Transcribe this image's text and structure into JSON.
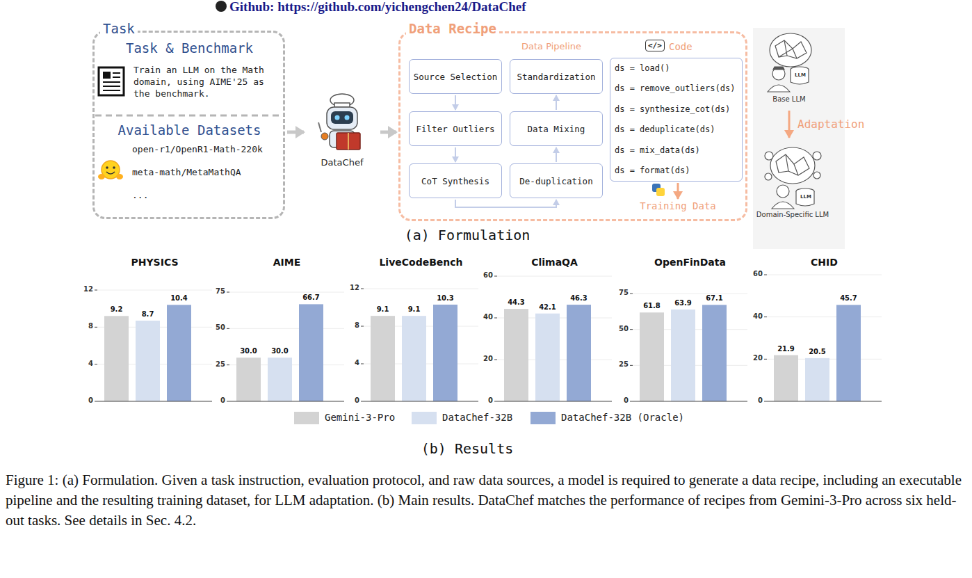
{
  "diagram": {
    "caption": "Figure 1: (a) Formulation. Given a task instruction, evaluation protocol, and raw data sources, a model is required to generate a data recipe, including an executable pipeline and the resulting training dataset, for LLM adaptation. (b) Main results. DataChef matches the performance of recipes from Gemini-3-Pro across six held-out tasks. See details in Sec. 4.2.",
    "nodes": [
      {
        "text": [
          "Task"
        ]
      },
      {
        "text": [
          "Task & Benchmark",
          "Train an LLM on the Math domain, using AIME'25 as the benchmark."
        ],
        "in": 0
      },
      {
        "text": [
          "Available Datasets",
          "open-r1/OpenR1-Math-220k",
          "meta-math/MetaMathQA",
          "..."
        ],
        "in": 0
      },
      {
        "text": [
          "DataChef"
        ]
      },
      {
        "text": [
          "Data Recipe"
        ]
      },
      {
        "text": [
          "Source Selection"
        ],
        "in": 4
      },
      {
        "text": [
          "Filter Outliers"
        ],
        "in": 4
      },
      {
        "text": [
          "CoT Synthesis"
        ],
        "in": 4
      },
      {
        "text": [
          "De-duplication"
        ],
        "in": 4
      },
      {
        "text": [
          "Data Mixing"
        ],
        "in": 4
      },
      {
        "text": [
          "Standardization"
        ],
        "in": 4
      },
      {
        "text": [
          "</>",
          "Code",
          "ds = load()",
          "ds = remove_outliers(ds)",
          "ds = synthesize_cot(ds)",
          "ds = deduplicate(ds)",
          "ds = mix_data(ds)",
          "ds = format(ds)"
        ],
        "in": 4
      },
      {
        "text": [
          "Training Data"
        ],
        "in": 4
      },
      {
        "text": [
          "Base LLM"
        ]
      },
      {
        "text": [
          "Domain-Specific LLM"
        ]
      }
    ],
    "edges": [
      {
        "from": 0,
        "to": 3,
        "arrow": "to"
      },
      {
        "from": 3,
        "to": 4,
        "arrow": "to"
      },
      {
        "from": 5,
        "to": 6,
        "arrow": "to"
      },
      {
        "from": 6,
        "to": 7,
        "arrow": "to"
      },
      {
        "from": 7,
        "to": 8,
        "arrow": "to"
      },
      {
        "from": 8,
        "to": 9,
        "arrow": "to"
      },
      {
        "from": 9,
        "to": 10,
        "arrow": "to"
      },
      {
        "from": 11,
        "to": 12,
        "arrow": "to"
      },
      {
        "from": 13,
        "to": 14,
        "label": "Adaptation",
        "arrow": "to"
      }
    ],
    "labels": [
      "Github: https://github.com/yichengchen24/DataChef",
      "Data Pipeline",
      "LLM",
      "LLM",
      "(a) Formulation",
      "PHYSICS",
      "0",
      "4",
      "8",
      "12",
      "9.2",
      "8.7",
      "10.4",
      "AIME",
      "0",
      "25",
      "50",
      "75",
      "30.0",
      "30.0",
      "66.7",
      "LiveCodeBench",
      "0",
      "4",
      "8",
      "12",
      "9.1",
      "9.1",
      "10.3",
      "ClimaQA",
      "0",
      "20",
      "40",
      "60",
      "44.3",
      "42.1",
      "46.3",
      "OpenFinData",
      "0",
      "25",
      "50",
      "75",
      "61.8",
      "63.9",
      "67.1",
      "CHID",
      "0",
      "20",
      "40",
      "60",
      "21.9",
      "20.5",
      "45.7",
      "(b) Results"
    ],
    "legend": [
      {
        "text": "Gemini-3-Pro",
        "color": "#d3d3d3"
      },
      {
        "text": "DataChef-32B",
        "color": "#d6e0f0"
      },
      {
        "text": "DataChef-32B (Oracle)",
        "color": "#93a9d4"
      }
    ]
  }
}
